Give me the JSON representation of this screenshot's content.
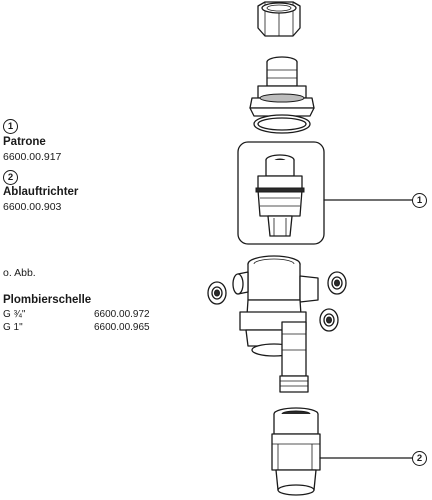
{
  "legend": {
    "items": [
      {
        "marker": "1",
        "title": "Patrone",
        "number": "6600.00.917"
      },
      {
        "marker": "2",
        "title": "Ablauftrichter",
        "number": "6600.00.903"
      }
    ],
    "note": "o. Abb.",
    "section_title": "Plombierschelle",
    "rows": [
      {
        "size": "G ¾\"",
        "number": "6600.00.972"
      },
      {
        "size": "G 1\"",
        "number": "6600.00.965"
      }
    ]
  },
  "callouts": [
    "1",
    "2"
  ]
}
